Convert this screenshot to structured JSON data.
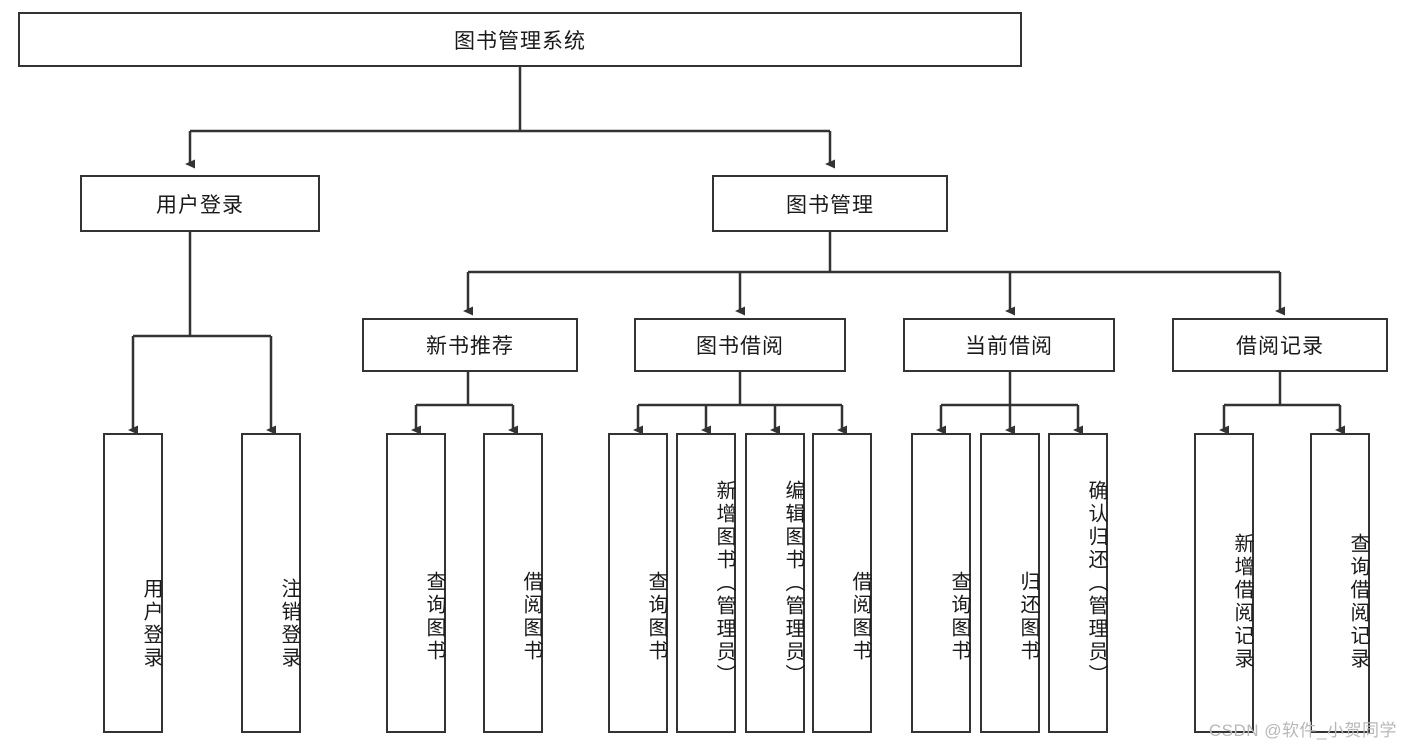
{
  "diagram": {
    "type": "hierarchy-tree",
    "title": "图书管理系统",
    "watermark": "CSDN @软件_小贺同学",
    "colors": {
      "border": "#333333",
      "background": "#ffffff",
      "text": "#1a1a1a",
      "watermark": "#b8b8b8"
    },
    "levels": {
      "root": {
        "label": "图书管理系统"
      },
      "level2": [
        {
          "id": "user-login",
          "label": "用户登录"
        },
        {
          "id": "book-manage",
          "label": "图书管理"
        }
      ],
      "level3": [
        {
          "id": "new-book-recommend",
          "label": "新书推荐"
        },
        {
          "id": "book-borrow",
          "label": "图书借阅"
        },
        {
          "id": "current-borrow",
          "label": "当前借阅"
        },
        {
          "id": "borrow-record",
          "label": "借阅记录"
        }
      ],
      "leaves": [
        {
          "id": "leaf-user-login",
          "label": "用户登录",
          "parent": "user-login"
        },
        {
          "id": "leaf-logout",
          "label": "注销登录",
          "parent": "user-login"
        },
        {
          "id": "leaf-query-book-1",
          "label": "查询图书",
          "parent": "new-book-recommend"
        },
        {
          "id": "leaf-borrow-book-1",
          "label": "借阅图书",
          "parent": "new-book-recommend"
        },
        {
          "id": "leaf-query-book-2",
          "label": "查询图书",
          "parent": "book-borrow"
        },
        {
          "id": "leaf-add-book",
          "label": "新增图书（管理员）",
          "parent": "book-borrow"
        },
        {
          "id": "leaf-edit-book",
          "label": "编辑图书（管理员）",
          "parent": "book-borrow"
        },
        {
          "id": "leaf-borrow-book-2",
          "label": "借阅图书",
          "parent": "book-borrow"
        },
        {
          "id": "leaf-query-book-3",
          "label": "查询图书",
          "parent": "current-borrow"
        },
        {
          "id": "leaf-return-book",
          "label": "归还图书",
          "parent": "current-borrow"
        },
        {
          "id": "leaf-confirm-return",
          "label": "确认归还（管理员）",
          "parent": "current-borrow"
        },
        {
          "id": "leaf-add-record",
          "label": "新增借阅记录",
          "parent": "borrow-record"
        },
        {
          "id": "leaf-query-record",
          "label": "查询借阅记录",
          "parent": "borrow-record"
        }
      ]
    }
  }
}
